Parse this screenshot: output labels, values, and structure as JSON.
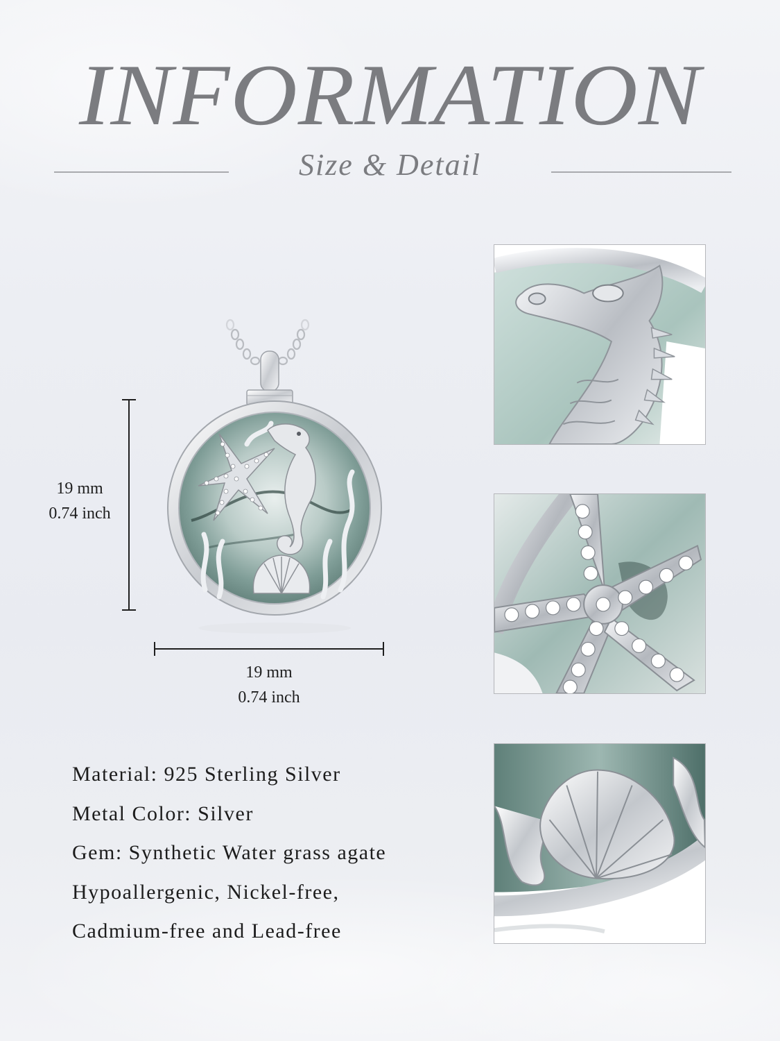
{
  "header": {
    "title": "INFORMATION",
    "subtitle": "Size & Detail"
  },
  "product_image": {
    "subject": "round-urn-pendant-seahorse-starfish-shell",
    "dimensions": {
      "height": {
        "mm": "19 mm",
        "inch": "0.74 inch"
      },
      "width": {
        "mm": "19 mm",
        "inch": "0.74 inch"
      }
    }
  },
  "specs": [
    "Material: 925 Sterling Silver",
    "Metal Color: Silver",
    "Gem: Synthetic Water grass agate",
    "Hypoallergenic, Nickel-free,",
    "Cadmium-free and Lead-free"
  ],
  "detail_images": [
    {
      "subject": "seahorse-closeup"
    },
    {
      "subject": "starfish-closeup"
    },
    {
      "subject": "seashell-closeup"
    }
  ],
  "colors": {
    "title_gray": "#7b7c80",
    "text_dark": "#1c1c1c",
    "rule_gray": "#a9aaae",
    "background": "#eceef3",
    "agate_green": "#8fa9a4",
    "silver": "#d4d6da"
  }
}
